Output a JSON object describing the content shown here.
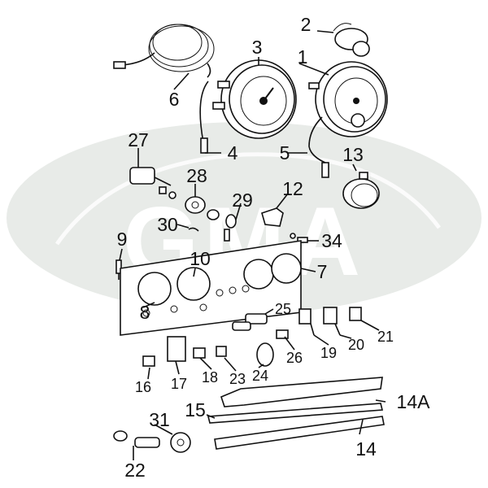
{
  "watermark": {
    "text": "GMA",
    "color": "#e8ebe8"
  },
  "callouts": [
    {
      "id": "c1",
      "label": "1"
    },
    {
      "id": "c2",
      "label": "2"
    },
    {
      "id": "c3",
      "label": "3"
    },
    {
      "id": "c4",
      "label": "4"
    },
    {
      "id": "c5",
      "label": "5"
    },
    {
      "id": "c6",
      "label": "6"
    },
    {
      "id": "c7",
      "label": "7"
    },
    {
      "id": "c8",
      "label": "8"
    },
    {
      "id": "c9",
      "label": "9"
    },
    {
      "id": "c10",
      "label": "10"
    },
    {
      "id": "c12",
      "label": "12"
    },
    {
      "id": "c13",
      "label": "13"
    },
    {
      "id": "c14",
      "label": "14"
    },
    {
      "id": "c14a",
      "label": "14A"
    },
    {
      "id": "c15",
      "label": "15"
    },
    {
      "id": "c16",
      "label": "16"
    },
    {
      "id": "c17",
      "label": "17"
    },
    {
      "id": "c18",
      "label": "18"
    },
    {
      "id": "c19",
      "label": "19"
    },
    {
      "id": "c20",
      "label": "20"
    },
    {
      "id": "c21",
      "label": "21"
    },
    {
      "id": "c22",
      "label": "22"
    },
    {
      "id": "c23",
      "label": "23"
    },
    {
      "id": "c24",
      "label": "24"
    },
    {
      "id": "c25",
      "label": "25"
    },
    {
      "id": "c26",
      "label": "26"
    },
    {
      "id": "c27",
      "label": "27"
    },
    {
      "id": "c28",
      "label": "28"
    },
    {
      "id": "c29",
      "label": "29"
    },
    {
      "id": "c30",
      "label": "30"
    },
    {
      "id": "c31",
      "label": "31"
    },
    {
      "id": "c34",
      "label": "34"
    }
  ]
}
